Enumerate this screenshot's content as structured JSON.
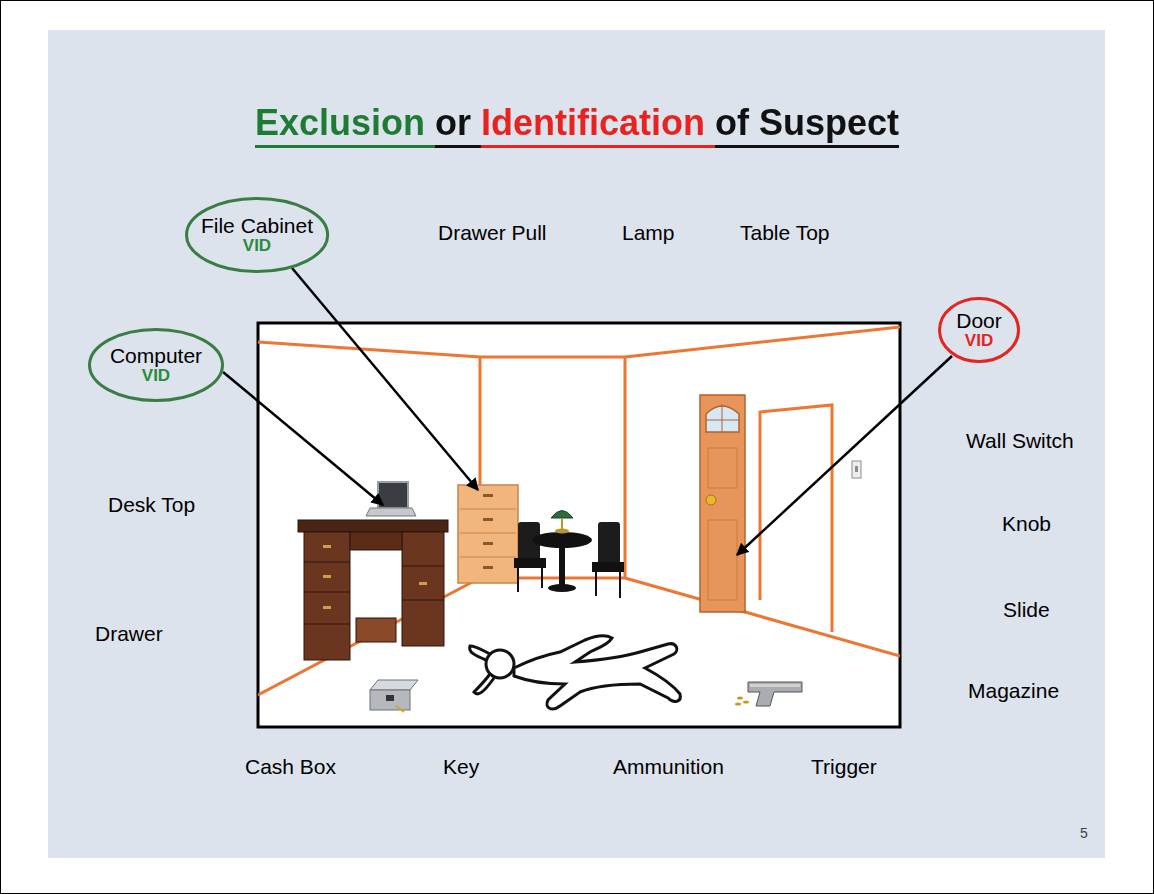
{
  "diagram": {
    "title": "Exclusion or Identification of Suspect",
    "nodes": [
      {
        "text": [
          "File Cabinet",
          "VID"
        ]
      },
      {
        "text": [
          "Computer",
          "VID"
        ]
      },
      {
        "text": [
          "Door",
          "VID"
        ]
      }
    ],
    "labels": [
      "Drawer Pull",
      "Lamp",
      "Table Top",
      "Wall Switch",
      "Desk Top",
      "Knob",
      "Slide",
      "Drawer",
      "Magazine",
      "Cash Box",
      "Key",
      "Ammunition",
      "Trigger",
      "5"
    ]
  }
}
